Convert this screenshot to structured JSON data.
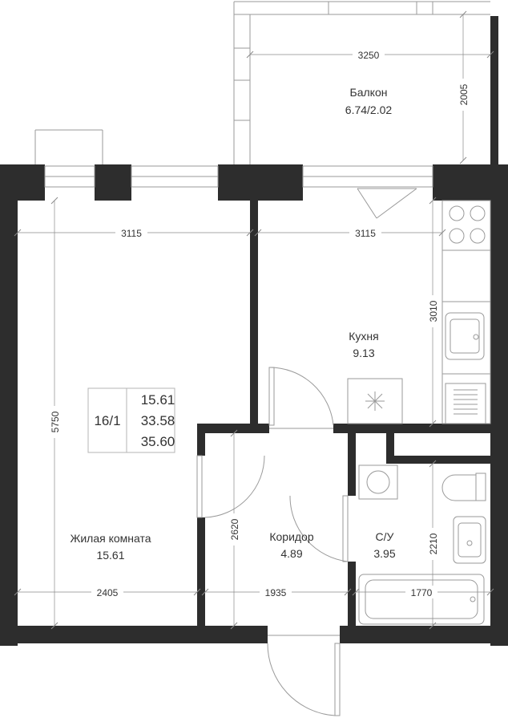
{
  "rooms": {
    "balcony": {
      "name": "Балкон",
      "area": "6.74/2.02"
    },
    "kitchen": {
      "name": "Кухня",
      "area": "9.13"
    },
    "living": {
      "name": "Жилая комната",
      "area": "15.61"
    },
    "corridor": {
      "name": "Коридор",
      "area": "4.89"
    },
    "bathroom": {
      "name": "С/У",
      "area": "3.95"
    }
  },
  "apartment": {
    "number": "16/1",
    "living_area": "15.61",
    "total_area": "33.58",
    "total_with_balcony": "35.60"
  },
  "dimensions": {
    "balcony_width": "3250",
    "balcony_depth": "2005",
    "living_width": "3115",
    "kitchen_width": "3115",
    "kitchen_depth": "3010",
    "living_length": "5750",
    "corridor_depth": "2620",
    "bath_depth": "2210",
    "bottom_left": "2405",
    "corridor_width": "1935",
    "bath_width": "1770"
  }
}
